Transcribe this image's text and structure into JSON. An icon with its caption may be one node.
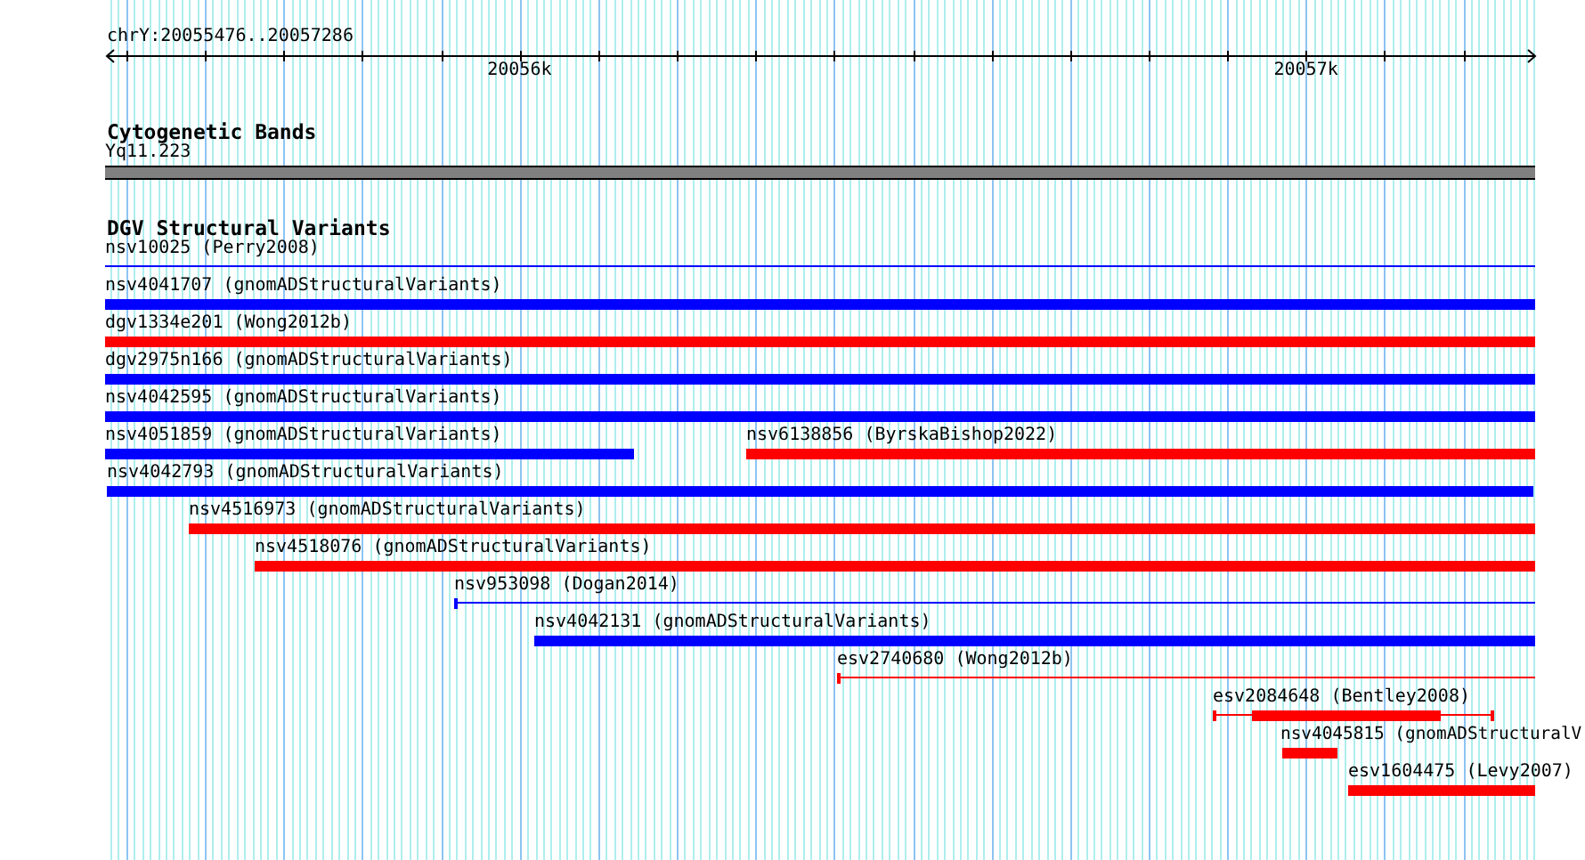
{
  "diagram": {
    "nodes": [
      {
        "text": [
          "Yq11.223"
        ]
      },
      {
        "text": [
          "nsv10025 (Perry2008)"
        ]
      },
      {
        "text": [
          "nsv4041707 (gnomADStructuralVariants)"
        ]
      },
      {
        "text": [
          "dgv1334e201 (Wong2012b)"
        ]
      },
      {
        "text": [
          "dgv2975n166 (gnomADStructuralVariants)"
        ]
      },
      {
        "text": [
          "nsv4042595 (gnomADStructuralVariants)"
        ]
      },
      {
        "text": [
          "nsv4051859 (gnomADStructuralVariants)"
        ]
      },
      {
        "text": [
          "nsv6138856 (ByrskaBishop2022)"
        ]
      },
      {
        "text": [
          "nsv4042793 (gnomADStructuralVariants)"
        ]
      },
      {
        "text": [
          "nsv4516973 (gnomADStructuralVariants)"
        ]
      },
      {
        "text": [
          "nsv4518076 (gnomADStructuralVariants)"
        ]
      },
      {
        "text": [
          "nsv953098 (Dogan2014)"
        ]
      },
      {
        "text": [
          "nsv4042131 (gnomADStructuralVariants)"
        ]
      },
      {
        "text": [
          "esv2740680 (Wong2012b)"
        ]
      },
      {
        "text": [
          "esv2084648 (Bentley2008)"
        ]
      },
      {
        "text": [
          "nsv4045815 (gnomADStructuralV"
        ]
      },
      {
        "text": [
          "esv1604475 (Levy2007)"
        ]
      }
    ],
    "labels": [
      "chrY:20055476..20057286",
      "20056k",
      "20057k",
      "Cytogenetic Bands",
      "DGV Structural Variants"
    ]
  }
}
